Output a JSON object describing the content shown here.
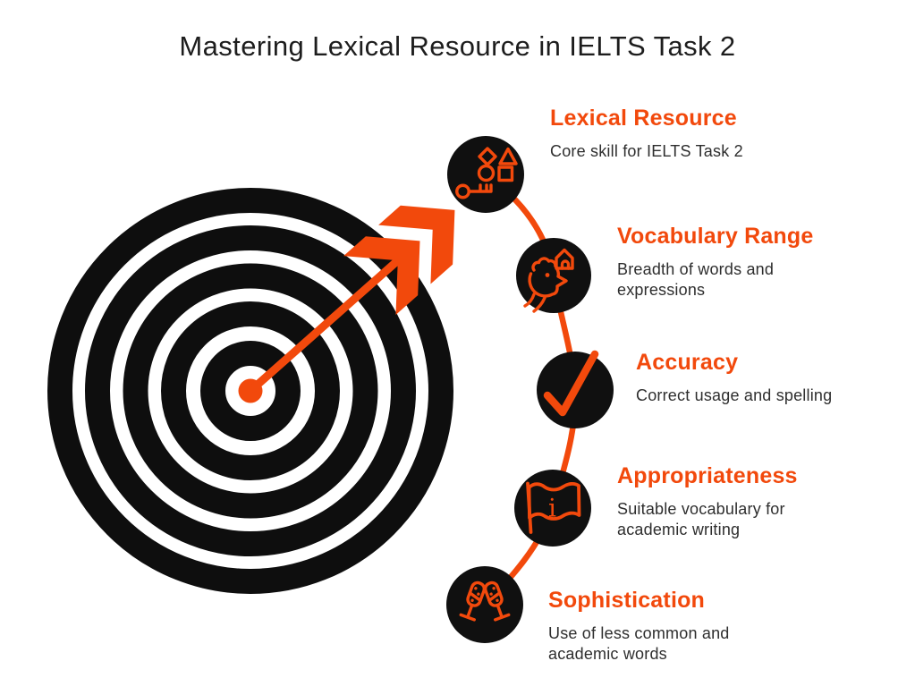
{
  "title": "Mastering Lexical Resource in IELTS Task 2",
  "colors": {
    "accent": "#F2490C",
    "ink": "#101010",
    "body_text": "#2E2E2E"
  },
  "illustration": {
    "icon": "bullseye-target-with-arrow-icon"
  },
  "timeline": {
    "flag_glyph": "i",
    "items": [
      {
        "heading": "Lexical Resource",
        "description": "Core skill for IELTS Task 2",
        "icon": "shapes-key-icon"
      },
      {
        "heading": "Vocabulary Range",
        "description": "Breadth of words and expressions",
        "icon": "rooster-house-icon"
      },
      {
        "heading": "Accuracy",
        "description": "Correct usage and spelling",
        "icon": "checkmark-icon"
      },
      {
        "heading": "Appropriateness",
        "description": "Suitable vocabulary for academic writing",
        "icon": "info-flag-icon"
      },
      {
        "heading": "Sophistication",
        "description": "Use of less common and academic words",
        "icon": "champagne-toast-icon"
      }
    ]
  }
}
